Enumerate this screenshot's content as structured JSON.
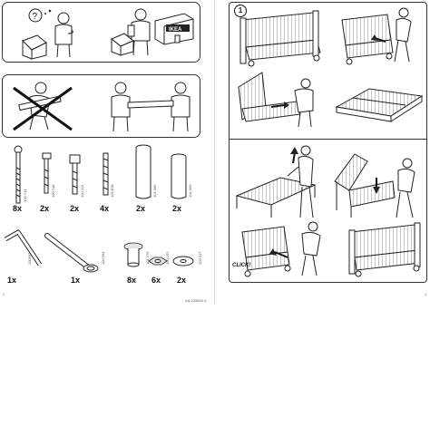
{
  "intro_panel": {
    "question_mark": "?",
    "brand_sign": "IKEA"
  },
  "hardware": [
    {
      "qty": "8x",
      "part": "100 744"
    },
    {
      "qty": "2x",
      "part": "100 748"
    },
    {
      "qty": "2x",
      "part": "100 112"
    },
    {
      "qty": "4x",
      "part": "109 818"
    },
    {
      "qty": "2x",
      "part": "101 389"
    },
    {
      "qty": "2x",
      "part": "101 390"
    }
  ],
  "tools": [
    {
      "qty": "1x",
      "part": "100692"
    },
    {
      "qty": "1x",
      "part": "100 564"
    }
  ],
  "fasteners": [
    {
      "qty": "8x",
      "part": "101 279"
    },
    {
      "qty": "6x",
      "part": "100 102"
    },
    {
      "qty": "2x",
      "part": "100 017"
    }
  ],
  "right_page": {
    "step_number": "1",
    "click_label": "CLICK!"
  },
  "footer": {
    "left_page_number": "2",
    "doc_number": "AA-228893-4",
    "right_page_number": "3"
  }
}
